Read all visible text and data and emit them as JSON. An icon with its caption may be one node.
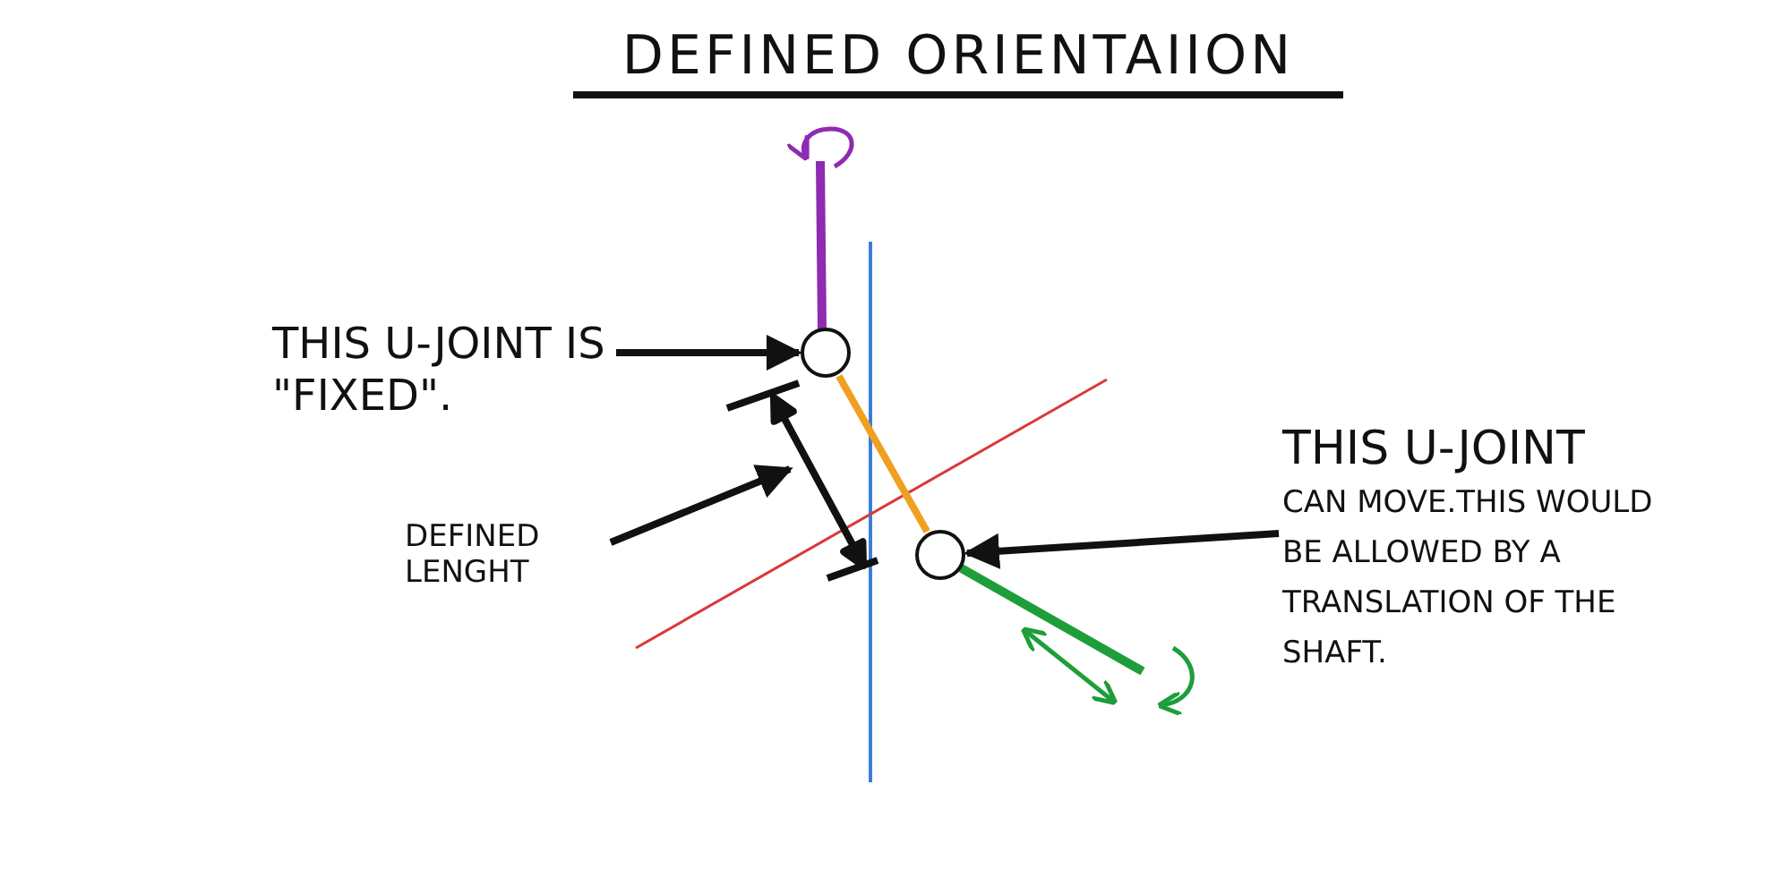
{
  "diagram": {
    "title": "DEFINED ORIENTAIION",
    "nodes": [
      {
        "text": [
          "THIS U-JOINT IS \"FIXED\"."
        ]
      },
      {
        "text": [],
        "shape": "circle"
      },
      {
        "text": [
          "DEFINED LENGHT"
        ]
      },
      {
        "text": [
          "THIS U-JOINT",
          "CAN MOVE.THIS WOULD BE ALLOWED BY A TRANSLATION OF THE SHAFT."
        ]
      },
      {
        "text": [],
        "shape": "circle"
      }
    ],
    "edges": [
      {
        "from": 0,
        "to": 1,
        "arrow": "to"
      },
      {
        "from": 2,
        "to": null,
        "arrow": "to"
      },
      {
        "from": 3,
        "to": 4,
        "arrow": "to"
      },
      {
        "from": 1,
        "to": 4,
        "arrow": "none",
        "color": "#f0a020"
      }
    ]
  }
}
